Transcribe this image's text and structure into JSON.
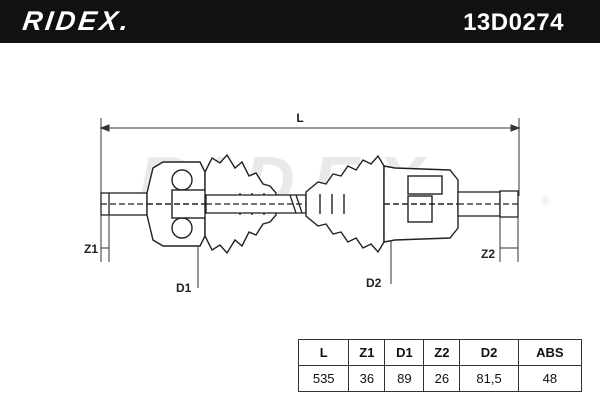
{
  "header": {
    "brand": "RIDEX.",
    "part_number": "13D0274"
  },
  "diagram": {
    "watermark": "RIDEX",
    "labels": {
      "L": "L",
      "Z1": "Z1",
      "D1": "D1",
      "Z2": "Z2",
      "D2": "D2"
    }
  },
  "spec_table": {
    "columns": [
      "L",
      "Z1",
      "D1",
      "Z2",
      "D2",
      "ABS"
    ],
    "values": [
      "535",
      "36",
      "89",
      "26",
      "81,5",
      "48"
    ]
  }
}
